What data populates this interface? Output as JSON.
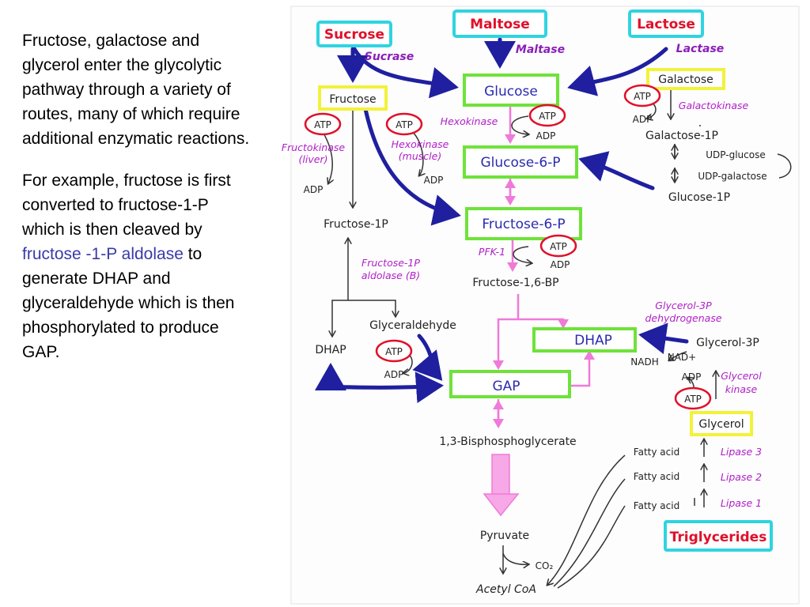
{
  "text": {
    "para1": "Fructose, galactose and glycerol enter the glycolytic pathway through a variety of routes, many of which require additional enzymatic reactions.",
    "para2_before": "For example, fructose is first converted to fructose-1-P which is then cleaved by ",
    "para2_highlight": "fructose -1-P aldolase",
    "para2_after": " to generate DHAP and glyceraldehyde which is then phosphorylated to produce GAP."
  },
  "colors": {
    "cyan_box": "#2fd4e0",
    "green_box": "#6fe23a",
    "yellow_box": "#f2f23a",
    "blue_arrow": "#1f1fa0",
    "pink_arrow": "#f07ad8",
    "red_circle": "#e0102a",
    "enzyme_text": "#b020c8"
  },
  "nodes": {
    "sucrose": "Sucrose",
    "maltose": "Maltose",
    "lactose": "Lactose",
    "glucose": "Glucose",
    "fructose": "Fructose",
    "galactose": "Galactose",
    "galactose_1p": "Galactose-1P",
    "udp_glucose": "UDP-glucose",
    "udp_galactose": "UDP-galactose",
    "glucose_1p": "Glucose-1P",
    "glucose_6p": "Glucose-6-P",
    "fructose_6p": "Fructose-6-P",
    "fructose_1p": "Fructose-1P",
    "fructose_16bp": "Fructose-1,6-BP",
    "glyceraldehyde": "Glyceraldehyde",
    "dhap_left": "DHAP",
    "dhap_box": "DHAP",
    "gap": "GAP",
    "glycerol_3p": "Glycerol-3P",
    "glycerol": "Glycerol",
    "bpg": "1,3-Bisphosphoglycerate",
    "pyruvate": "Pyruvate",
    "co2": "CO₂",
    "acetyl_coa": "Acetyl CoA",
    "fatty_acid_1": "Fatty acid",
    "fatty_acid_2": "Fatty acid",
    "fatty_acid_3": "Fatty acid",
    "triglycerides": "Triglycerides",
    "nadh": "NADH",
    "nad": "NAD+"
  },
  "cofactors": {
    "atp": "ATP",
    "adp": "ADP"
  },
  "enzymes": {
    "sucrase": "Sucrase",
    "maltase": "Maltase",
    "lactase": "Lactase",
    "hexokinase": "Hexokinase",
    "galactokinase": "Galactokinase",
    "fructokinase_1": "Fructokinase",
    "fructokinase_2": "(liver)",
    "hexokinase_m1": "Hexokinase",
    "hexokinase_m2": "(muscle)",
    "pfk": "PFK-1",
    "f1p_aldolase_1": "Fructose-1P",
    "f1p_aldolase_2": "aldolase (B)",
    "g3p_dh_1": "Glycerol-3P",
    "g3p_dh_2": "dehydrogenase",
    "glycerol_kinase_1": "Glycerol",
    "glycerol_kinase_2": "kinase",
    "lipase_1": "Lipase 1",
    "lipase_2": "Lipase 2",
    "lipase_3": "Lipase 3"
  }
}
